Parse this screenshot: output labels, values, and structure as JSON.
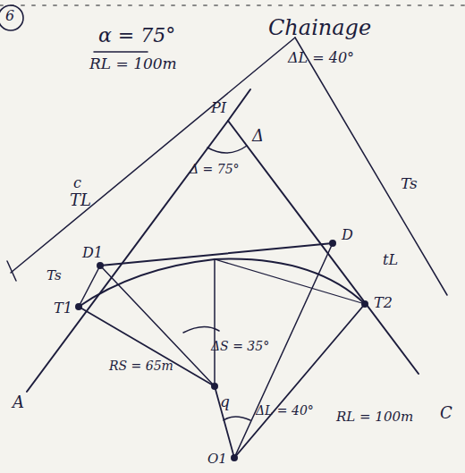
{
  "diagram": {
    "labels": [
      "6",
      "α = 75°",
      "RL = 100m",
      "Chainage",
      "ΔL = 40°",
      "c",
      "TL",
      "PI",
      "Δ",
      "Δ = 75°",
      "Ts",
      "D1",
      "T1",
      "D",
      "T2",
      "Ts",
      "tL",
      "ΔS = 35°",
      "RS = 65m",
      "q",
      "ΔL = 40°",
      "RL = 100m",
      "C",
      "A",
      "O1"
    ]
  }
}
